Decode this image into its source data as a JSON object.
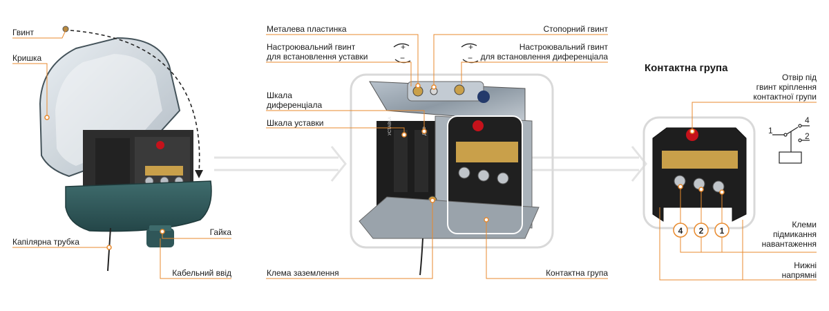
{
  "left": {
    "screw": "Гвинт",
    "cover": "Кришка",
    "capillary": "Капілярна трубка",
    "nut": "Гайка",
    "cable_entry": "Кабельний ввід"
  },
  "middle": {
    "metal_plate": "Металева пластинка",
    "lock_screw": "Стопорний гвинт",
    "setpoint_screw": [
      "Настроювальний гвинт",
      "для встановлення уставки"
    ],
    "diff_screw": [
      "Настроювальний гвинт",
      "для встановлення диференціала"
    ],
    "diff_scale": [
      "Шкала",
      "диференціала"
    ],
    "setpoint_scale": "Шкала уставки",
    "ground_terminal": "Клема заземлення",
    "contact_group": "Контактна група",
    "scale_text_setpoint": "УСТАВКА",
    "scale_text_diff": "ДИФ",
    "adjust_plus": "+",
    "adjust_minus": "−"
  },
  "right": {
    "title": "Контактна група",
    "mount_hole": [
      "Отвір під",
      "гвинт кріплення",
      "контактної групи"
    ],
    "load_terminals": [
      "Клеми",
      "підмикання",
      "навантаження"
    ],
    "bottom_guides": [
      "Нижні",
      "напрямні"
    ],
    "terminal_numbers": [
      "4",
      "2",
      "1"
    ],
    "schematic_labels": [
      "1",
      "4",
      "2"
    ]
  },
  "colors": {
    "leader": "#e8892c",
    "frame": "#d9d9d9",
    "housing": "#2f5a5c",
    "arrow": "#e3e3e3"
  }
}
